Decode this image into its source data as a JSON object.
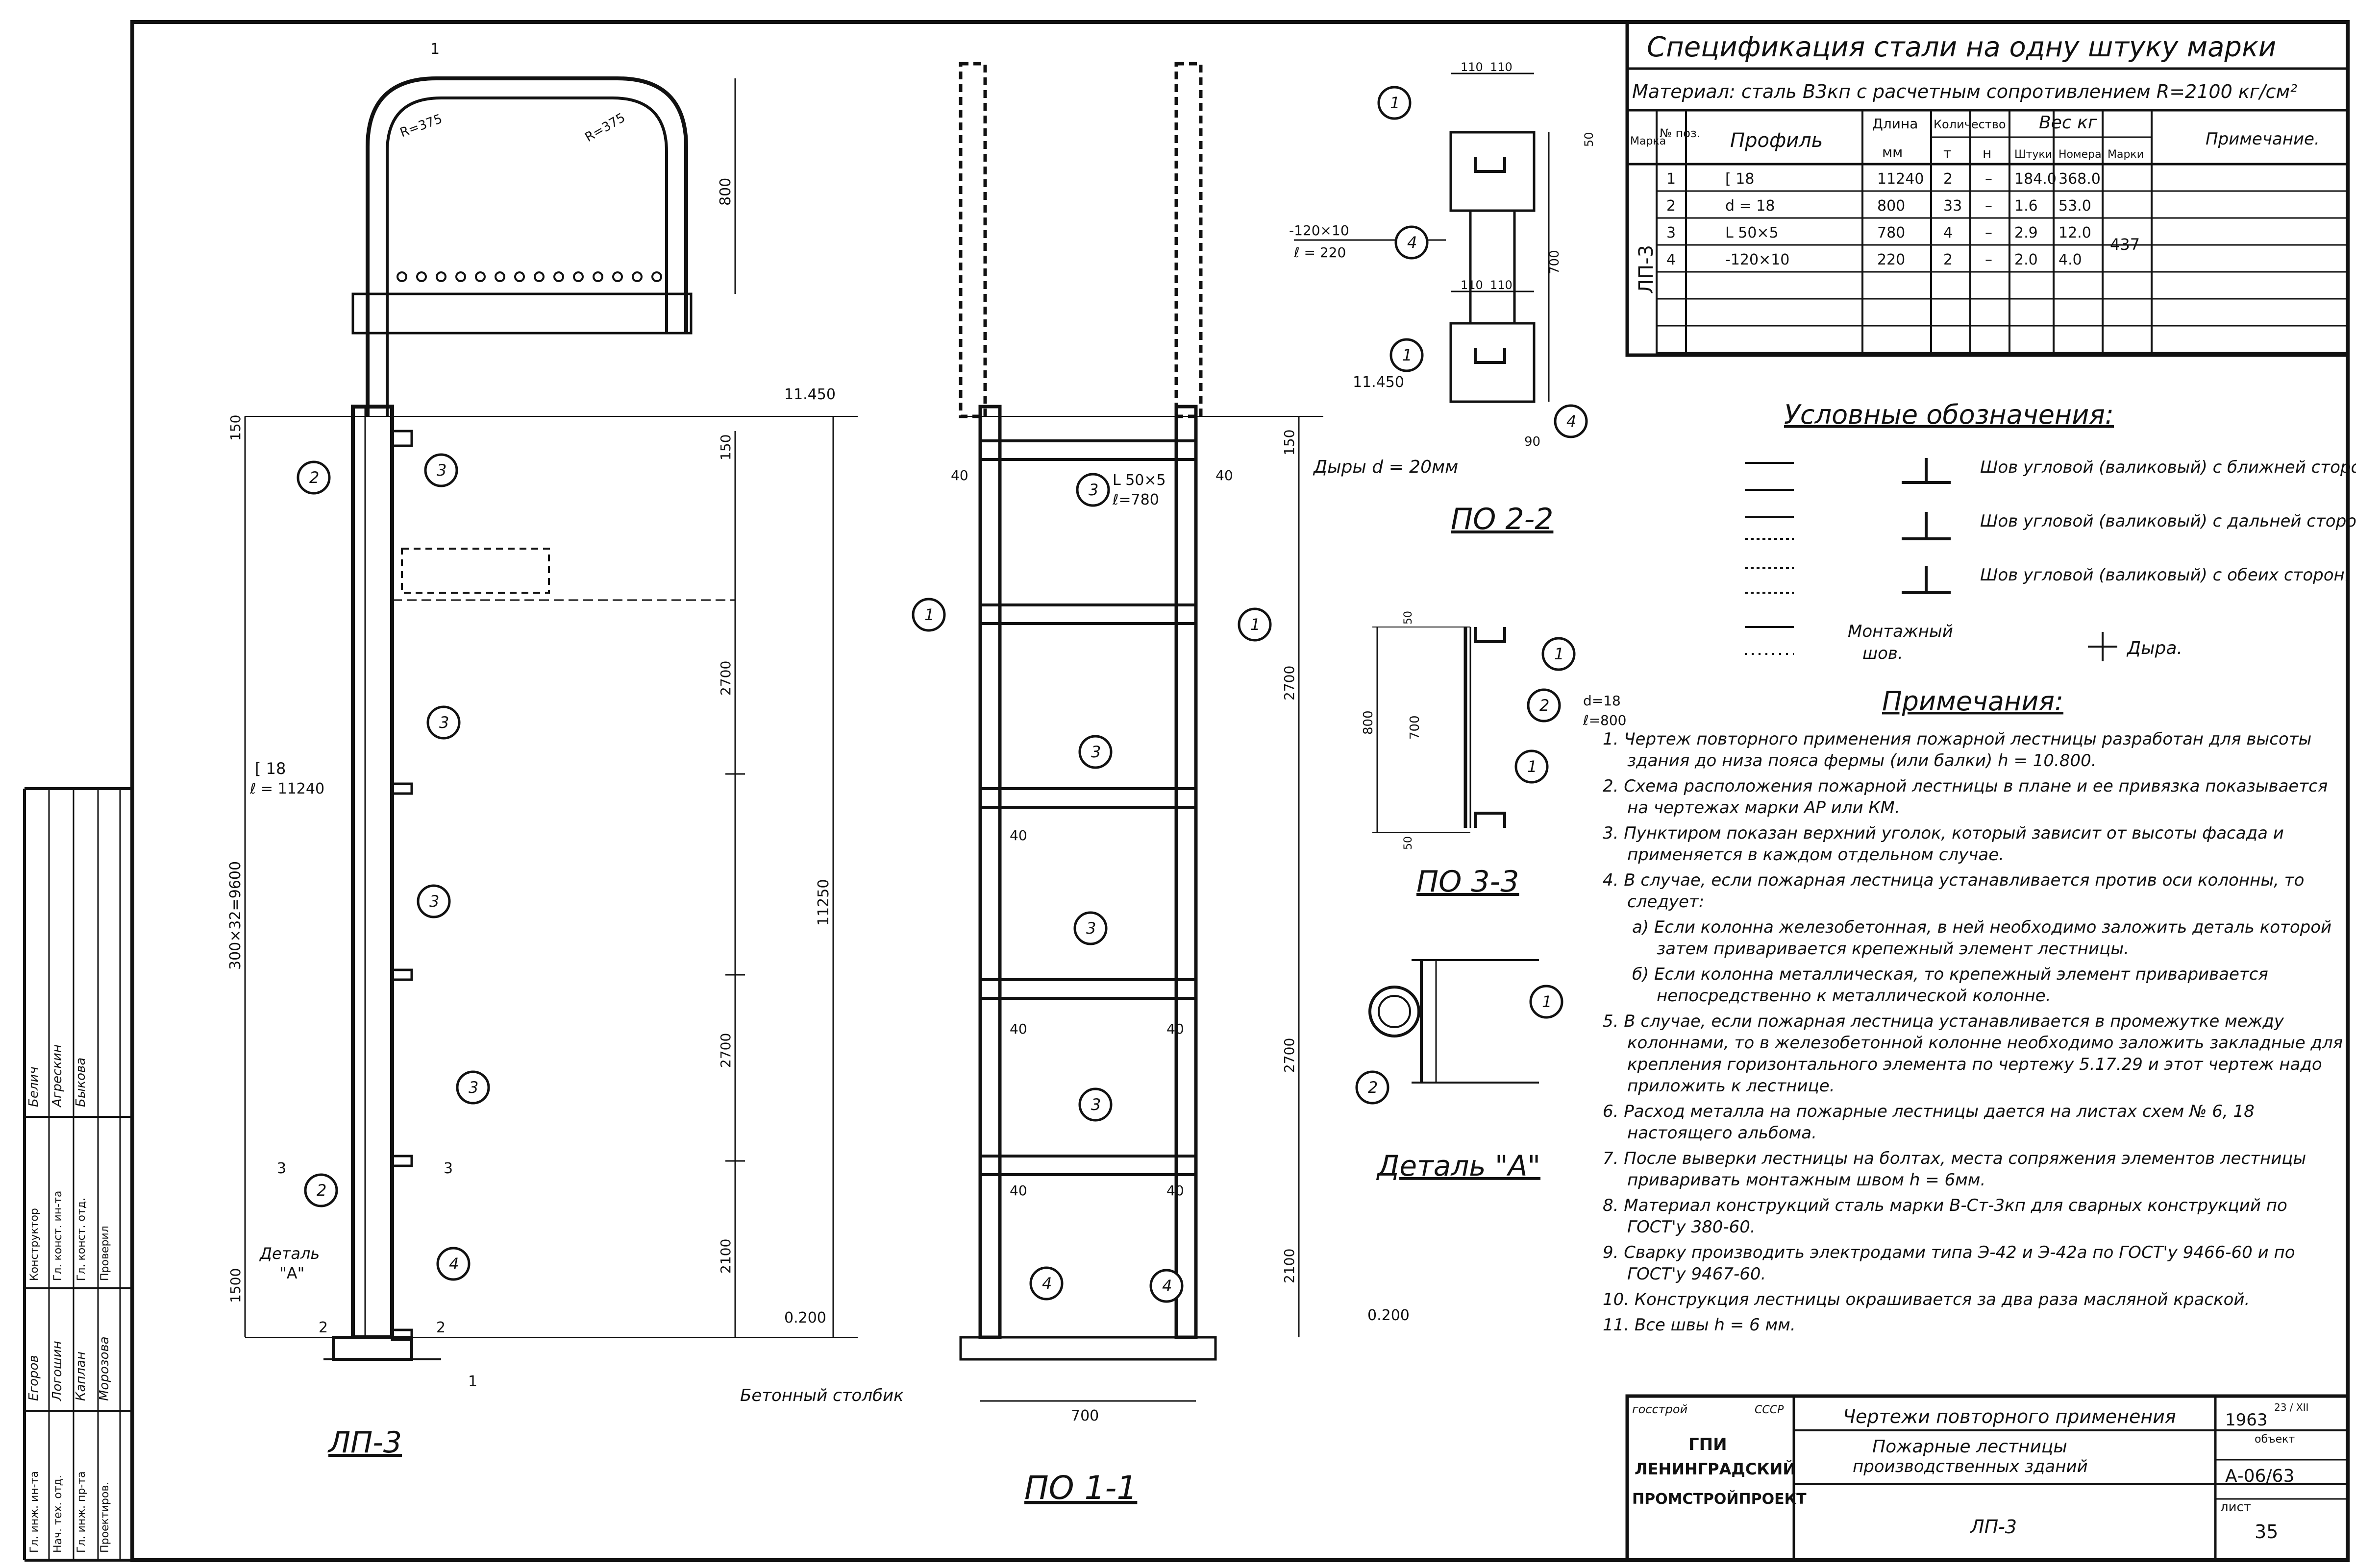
{
  "spec": {
    "title": "Спецификация стали на одну штуку марки",
    "material": "Материал: сталь В3кп с расчетным сопротивлением R=2100 кг/см²",
    "headers": {
      "mark": "Марка",
      "pos": "№ поз.",
      "profile": "Профиль",
      "length": "Длина",
      "length_unit": "мм",
      "qty": "Количество",
      "qty_t": "т",
      "qty_n": "н",
      "weight": "Вес кг",
      "w_piece": "Штуки",
      "w_total": "Номера",
      "w_mark": "Марки",
      "notes": "Примечание."
    },
    "mark_value": "ЛП-3",
    "mark_total": "437",
    "rows": [
      {
        "pos": "1",
        "profile": "[ 18",
        "length": "11240",
        "t": "2",
        "n": "–",
        "piece": "184.0",
        "total": "368.0"
      },
      {
        "pos": "2",
        "profile": "d = 18",
        "length": "800",
        "t": "33",
        "n": "–",
        "piece": "1.6",
        "total": "53.0"
      },
      {
        "pos": "3",
        "profile": "L 50×5",
        "length": "780",
        "t": "4",
        "n": "–",
        "piece": "2.9",
        "total": "12.0"
      },
      {
        "pos": "4",
        "profile": "-120×10",
        "length": "220",
        "t": "2",
        "n": "–",
        "piece": "2.0",
        "total": "4.0"
      }
    ]
  },
  "legend": {
    "title": "Условные обозначения:",
    "items": [
      "Шов угловой (валиковый) с ближней стороны.",
      "Шов угловой (валиковый) с дальней стороны.",
      "Шов угловой (валиковый) с обеих сторон."
    ],
    "mount_line1": "Монтажный",
    "mount_line2": "шов.",
    "hole": "Дыра."
  },
  "notes": {
    "title": "Примечания:",
    "items": [
      "1. Чертеж повторного применения пожарной лестницы разработан для высоты здания до низа пояса фермы (или балки) h = 10.800.",
      "2. Схема расположения пожарной лестницы в плане и ее привязка показывается на чертежах марки АР или КМ.",
      "3. Пунктиром показан верхний уголок, который зависит от высоты фасада и применяется в каждом отдельном случае.",
      "4. В случае, если пожарная лестница устанавливается против оси колонны, то следует:",
      "a) Если колонна железобетонная, в ней необходимо заложить деталь которой затем приваривается крепежный элемент лестницы.",
      "б) Если колонна металлическая, то крепежный элемент приваривается непосредственно к металлической колонне.",
      "5. В случае, если пожарная лестница устанавливается в промежутке между колоннами, то в железобетонной колонне необходимо заложить закладные для крепления горизонтального элемента по чертежу 5.17.29 и этот чертеж надо приложить к лестнице.",
      "6. Расход металла на пожарные лестницы дается на листах схем № 6, 18 настоящего альбома.",
      "7. После выверки лестницы на болтах, места сопряжения элементов лестницы приваривать монтажным швом h = 6мм.",
      "8. Материал конструкций сталь марки В-Ст-3кп для сварных конструкций по ГОСТ'у 380-60.",
      "9. Сварку производить электродами типа Э-42 и Э-42а по ГОСТ'у 9466-60 и по ГОСТ'у 9467-60.",
      "10. Конструкция лестницы окрашивается за два раза масляной краской.",
      "11. Все швы h = 6 мм."
    ]
  },
  "views": {
    "lp3": {
      "label": "ЛП-3",
      "elev_top": "11.450",
      "elev_bottom": "0.200",
      "channel": "[ 18",
      "channel_len": "ℓ = 11240",
      "dim_steps": "300×32=9600",
      "dim_total": "11250",
      "dims_right": [
        "150",
        "2700",
        "2700",
        "2100"
      ],
      "dim_top": "800",
      "dim_150": "150",
      "dim_1500": "1500",
      "radius": "R=375",
      "detail_label": "Деталь",
      "detail_mark": "\"А\"",
      "sec_1": "1",
      "sec_2": "2",
      "sec_3": "3"
    },
    "po11": {
      "label": "ПО 1-1",
      "elev_top": "11.450",
      "elev_bottom": "0.200",
      "angle": "L 50×5",
      "angle_len": "ℓ=780",
      "d40": "40",
      "dim_700": "700",
      "dims_right": [
        "150",
        "2700",
        "2700",
        "2100"
      ],
      "post": "Бетонный столбик"
    },
    "po22": {
      "label": "ПО 2-2",
      "plate": "-120×10",
      "plate_len": "ℓ = 220",
      "holes": "Дыры d = 20мм",
      "d110": "110",
      "d50": "50",
      "d700": "700",
      "d90": "90"
    },
    "po33": {
      "label": "ПО 3-3",
      "rod": "d=18",
      "rod_len": "ℓ=800",
      "d800": "800",
      "d700": "700",
      "d50": "50"
    },
    "detA": {
      "label": "Деталь \"А\""
    }
  },
  "callouts": [
    "1",
    "2",
    "3",
    "4"
  ],
  "stamp": {
    "org1": "госстрой",
    "org1b": "СССР",
    "org2": "ГПИ",
    "org3": "ЛЕНИНГРАДСКИЙ",
    "org4": "ПРОМСТРОЙПРОЕКТ",
    "title1": "Чертежи повторного применения",
    "title2": "Пожарные лестницы",
    "title3": "производственных зданий",
    "sheet_name": "ЛП-3",
    "year": "1963",
    "year_note": "23 / XII",
    "object": "объект",
    "code": "А-06/63",
    "list_label": "лист",
    "list_no": "35"
  },
  "side_stamp": {
    "roles": [
      "Гл. инж. ин-та",
      "Нач. тех. отд.",
      "Гл. инж. пр-та",
      "Проектиров.",
      "Конструктор",
      "Гл. конст. ин-та",
      "Гл. конст. отд.",
      "Проверил"
    ],
    "names": [
      "Егоров",
      "Логошин",
      "Каплан",
      "Морозова",
      "Белич",
      "Агрескин",
      "Быкова"
    ]
  }
}
